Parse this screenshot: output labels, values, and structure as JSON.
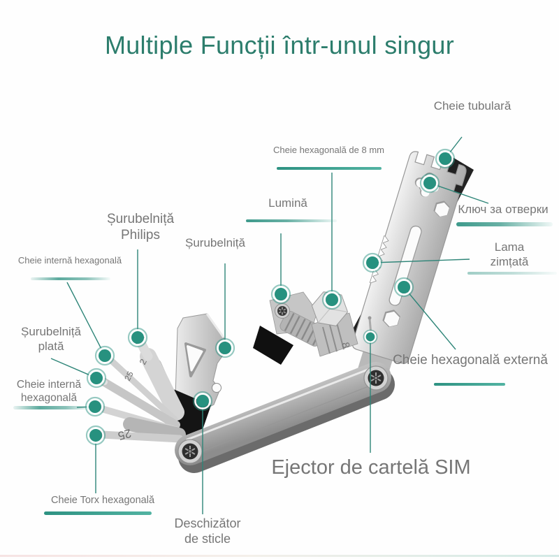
{
  "page": {
    "title": "Multiple Funcții într-unul singur",
    "accent_color": "#2E9483",
    "title_color": "#2C7D6C",
    "label_color": "#767676",
    "background_color": "#FEFEFE",
    "callout_line_color": "#2E8578",
    "callout_dot_color": "#27917F"
  },
  "labels": {
    "cheie_tubulara": {
      "text": "Cheie tubulară"
    },
    "cheie_hexagonala_8mm": {
      "text": "Cheie hexagonală de 8 mm"
    },
    "kluch_za_otverki": {
      "text": "Ключ за отверки"
    },
    "lumina": {
      "text": "Lumină"
    },
    "lama_zimtata": {
      "text": "Lama\nzimțată"
    },
    "surubelnita_philips": {
      "text": "Șurubelniță\nPhilips"
    },
    "surubelnita": {
      "text": "Șurubelniță"
    },
    "cheie_interna_hexagonala_sus": {
      "text": "Cheie internă hexagonală"
    },
    "surubelnita_plata": {
      "text": "Șurubelniță\nplată"
    },
    "cheie_interna_hexagonala_jos": {
      "text": "Cheie internă\nhexagonală"
    },
    "cheie_hexagonala_externa": {
      "text": "Cheie hexagonală externă"
    },
    "ejector_sim": {
      "text": "Ejector de cartelă SIM"
    },
    "cheie_torx_hexagonala": {
      "text": "Cheie Torx hexagonală"
    },
    "deschizator_sticle": {
      "text": "Deschizător\nde sticle"
    }
  },
  "tool_markings": {
    "bit_2": "2",
    "bit_25_upper": "25",
    "bit_25_lower": "25",
    "socket_8": "8"
  }
}
